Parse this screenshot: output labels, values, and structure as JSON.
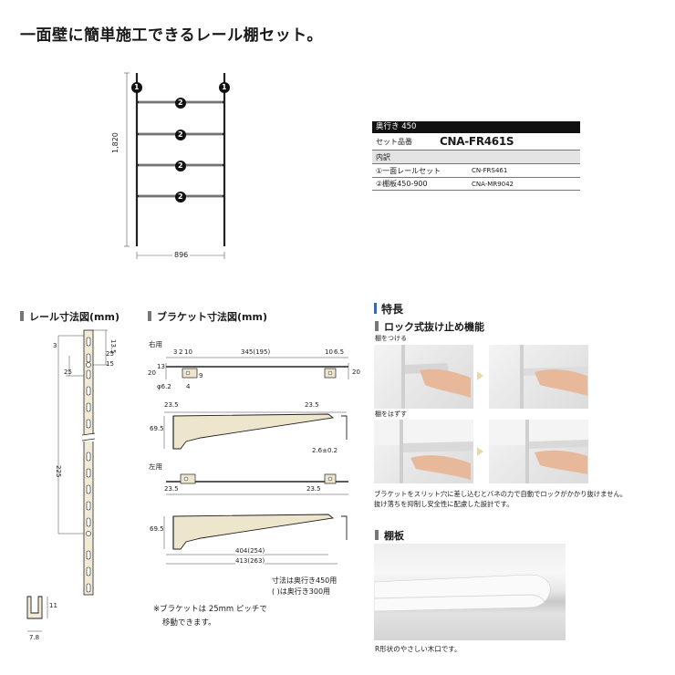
{
  "title": "一面壁に簡単施工できるレール棚セット。",
  "top_diagram": {
    "height_dim": "1,820",
    "width_dim": "896",
    "marker_rail": "1",
    "marker_shelf": "2"
  },
  "product_table": {
    "header": "奥行き 450",
    "set_label": "セット品番",
    "set_code": "CNA-FR461S",
    "contents_label": "内訳",
    "items": [
      {
        "name": "①一面レールセット",
        "code": "CN-FRS461"
      },
      {
        "name": "②棚板450-900",
        "code": "CNA-MR9042"
      }
    ]
  },
  "rail_section": {
    "heading": "レール寸法図(mm)",
    "dims": {
      "d3": "3",
      "d135": "13.5",
      "d25a": "25",
      "d15": "15",
      "d25b": "25",
      "d225": "225",
      "d11": "11",
      "d78": "7.8"
    }
  },
  "bracket_section": {
    "heading": "ブラケット寸法図(mm)",
    "right_label": "右用",
    "left_label": "左用",
    "top_dims": {
      "d3": "3",
      "d2": "2",
      "d10a": "10",
      "d345": "345(195)",
      "d10b": "10",
      "d65": "6.5",
      "d20a": "20",
      "d13": "13",
      "d9": "9",
      "d20b": "20",
      "d4": "4",
      "d62": "φ6.2"
    },
    "side_dims": {
      "d235a": "23.5",
      "d235b": "23.5",
      "d695": "69.5",
      "d26": "2.6±0.2"
    },
    "left_dims": {
      "d235a": "23.5",
      "d235b": "23.5",
      "d695": "69.5",
      "d404": "404(254)",
      "d413": "413(263)"
    },
    "note_line1": "寸法は奥行き450用",
    "note_line2": "(    )は奥行き300用",
    "pitch_line1": "※ブラケットは 25mm ピッチで",
    "pitch_line2": "移動できます。"
  },
  "features": {
    "heading": "特長",
    "subheading": "ロック式抜け止め機能",
    "attach_label": "棚をつける",
    "remove_label": "棚をはずす",
    "desc_line1": "ブラケットをスリット穴に差し込むとバネの力で自動でロックがかかり抜けません。",
    "desc_line2": "抜け落ちを抑制し安全性に配慮した設計です。"
  },
  "shelf": {
    "heading": "棚板",
    "caption": "R形状のやさしい木口です。"
  },
  "colors": {
    "rail": "#f0ead6",
    "bracket": "#ede6cc",
    "stroke": "#222222",
    "header_bg": "#111111",
    "row_gray": "#e4e4e4"
  }
}
